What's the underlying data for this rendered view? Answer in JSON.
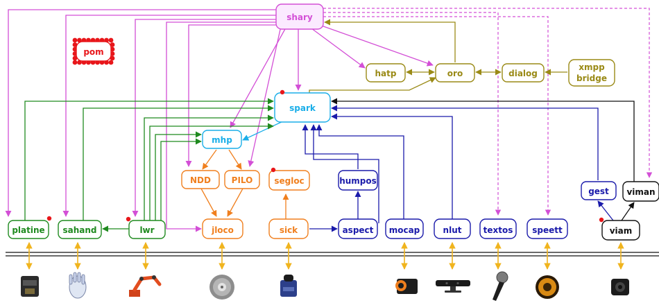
{
  "palette": {
    "magenta": "#d34fd6",
    "magenta_fill": "#fbeaff",
    "olive": "#9a8a16",
    "cyan": "#1aaee8",
    "orange": "#f07f1e",
    "navy": "#1a1aaa",
    "green": "#1f8a1f",
    "black": "#111111",
    "red": "#e8161a",
    "amber": "#f0b41e"
  },
  "nodes": {
    "shary": {
      "label": "shary",
      "color_key": "magenta"
    },
    "pom": {
      "label": "pom",
      "color_key": "red"
    },
    "hatp": {
      "label": "hatp",
      "color_key": "olive"
    },
    "oro": {
      "label": "oro",
      "color_key": "olive"
    },
    "dialog": {
      "label": "dialog",
      "color_key": "olive"
    },
    "xmpp": {
      "label": "xmpp bridge",
      "line1": "xmpp",
      "line2": "bridge",
      "color_key": "olive"
    },
    "spark": {
      "label": "spark",
      "color_key": "cyan"
    },
    "mhp": {
      "label": "mhp",
      "color_key": "cyan"
    },
    "ndd": {
      "label": "NDD",
      "color_key": "orange"
    },
    "pilo": {
      "label": "PILO",
      "color_key": "orange"
    },
    "segloc": {
      "label": "segloc",
      "color_key": "orange"
    },
    "humpos": {
      "label": "humpos",
      "color_key": "navy"
    },
    "gest": {
      "label": "gest",
      "color_key": "navy"
    },
    "viman": {
      "label": "viman",
      "color_key": "black"
    },
    "platine": {
      "label": "platine",
      "color_key": "green"
    },
    "sahand": {
      "label": "sahand",
      "color_key": "green"
    },
    "lwr": {
      "label": "lwr",
      "color_key": "green"
    },
    "jloco": {
      "label": "jloco",
      "color_key": "orange"
    },
    "sick": {
      "label": "sick",
      "color_key": "orange"
    },
    "aspect": {
      "label": "aspect",
      "color_key": "navy"
    },
    "mocap": {
      "label": "mocap",
      "color_key": "navy"
    },
    "nlut": {
      "label": "nlut",
      "color_key": "navy"
    },
    "textos": {
      "label": "textos",
      "color_key": "navy"
    },
    "speett": {
      "label": "speett",
      "color_key": "navy"
    },
    "viam": {
      "label": "viam",
      "color_key": "black"
    }
  },
  "devices": [
    {
      "name": "platine-device-icon"
    },
    {
      "name": "hand-device-icon"
    },
    {
      "name": "robot-arm-device-icon"
    },
    {
      "name": "wheel-device-icon"
    },
    {
      "name": "laser-scanner-device-icon"
    },
    {
      "name": "mocap-device-icon"
    },
    {
      "name": "kinect-device-icon"
    },
    {
      "name": "microphone-device-icon"
    },
    {
      "name": "speaker-device-icon"
    },
    {
      "name": "camera-device-icon"
    }
  ]
}
